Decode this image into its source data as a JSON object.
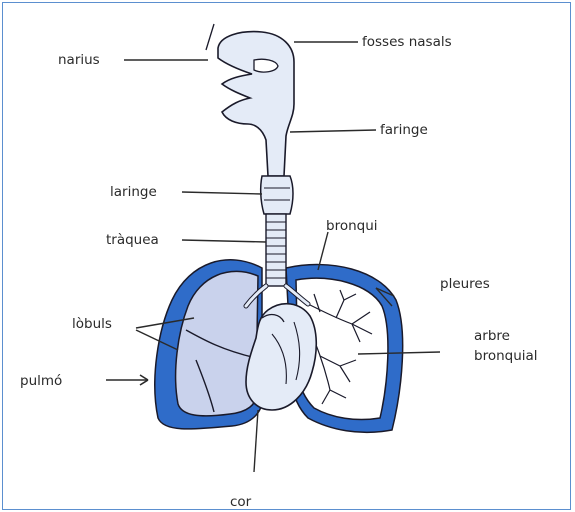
{
  "labels": {
    "narius": "narius",
    "fosses_nasals": "fosses nasals",
    "faringe": "faringe",
    "laringe": "laringe",
    "traquea": "tràquea",
    "bronqui": "bronqui",
    "pleures": "pleures",
    "lobuls": "lòbuls",
    "arbre": "arbre",
    "bronquial": "bronquial",
    "pulmo": "pulmó",
    "cor": "cor"
  },
  "colors": {
    "pleura": "#2f6cc9",
    "lung": "#c9d2ec",
    "airway": "#e4ebf7",
    "outline": "#1a1a2a",
    "frame": "#5b8fcf"
  }
}
